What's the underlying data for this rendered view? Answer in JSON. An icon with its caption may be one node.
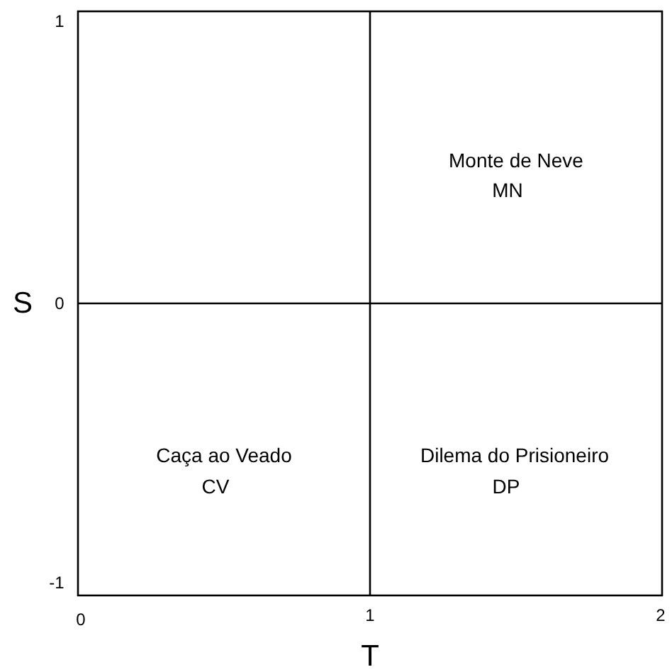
{
  "diagram": {
    "labels": [
      "1",
      "Monte de Neve",
      "MN",
      "S",
      "0",
      "Caça ao Veado",
      "CV",
      "Dilema do Prisioneiro",
      "DP",
      "-1",
      "0",
      "1",
      "2",
      "T"
    ]
  }
}
